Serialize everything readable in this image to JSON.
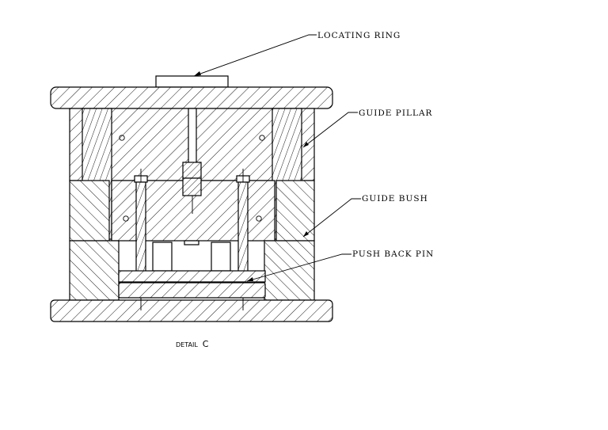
{
  "callouts": {
    "locating_ring": "LOCATING RING",
    "guide_pillar": "GUIDE PILLAR",
    "guide_bush": "GUIDE BUSH",
    "push_back_pin": "PUSH BACK PIN"
  },
  "caption": {
    "prefix": "DETAIL",
    "letter": "C"
  }
}
